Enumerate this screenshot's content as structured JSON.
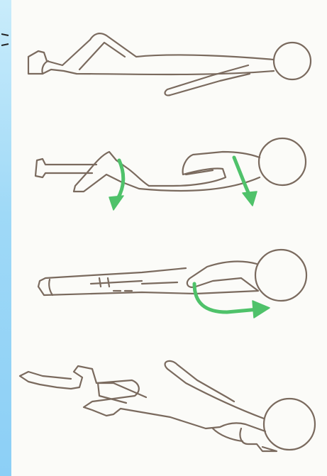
{
  "illustration": {
    "steps": [
      {
        "name": "step-1-lying-knees-bent"
      },
      {
        "name": "step-2-rotate"
      },
      {
        "name": "step-3-roll-to-side"
      },
      {
        "name": "step-4-push-up"
      }
    ],
    "colors": {
      "background_gradient_top": "#c9ecfb",
      "background_gradient_bottom": "#8ccff6",
      "paper": "#fbfbf8",
      "pencil": "#7a6a5e",
      "arrow_green": "#4fc26a"
    },
    "icons": [
      "curved-arrow-icon"
    ]
  }
}
